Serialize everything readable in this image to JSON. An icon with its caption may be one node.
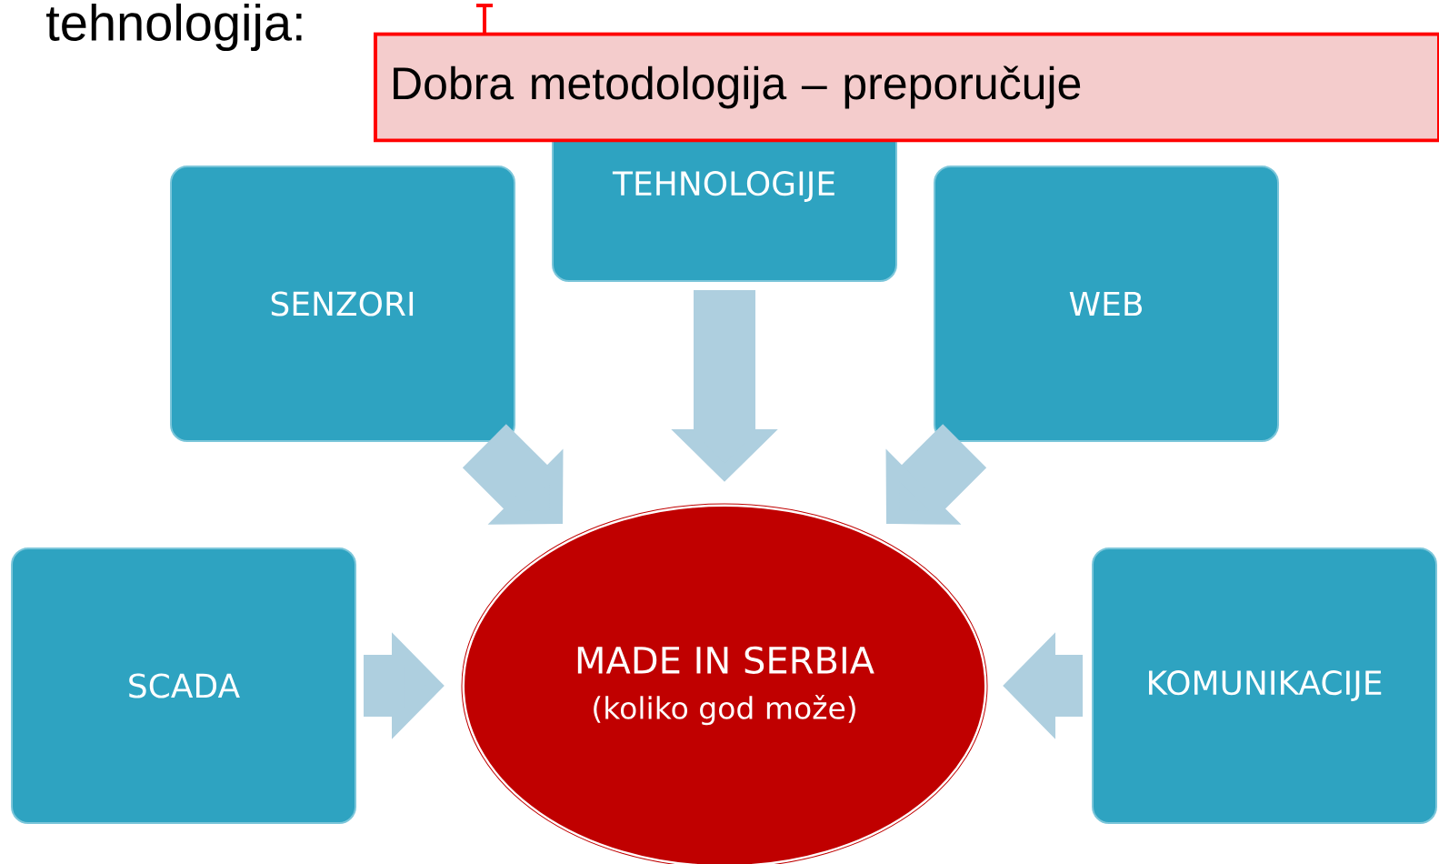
{
  "diagram": {
    "nodes": [
      {
        "text": [
          "Dobra metodologija – preporučuje"
        ]
      },
      {
        "text": [
          "TEHNOLOGIJE"
        ]
      },
      {
        "text": [
          "SENZORI"
        ]
      },
      {
        "text": [
          "WEB"
        ]
      },
      {
        "text": [
          "SCADA"
        ]
      },
      {
        "text": [
          "MADE IN SERBIA",
          "(koliko god može)"
        ]
      },
      {
        "text": [
          "KOMUNIKACIJE"
        ]
      }
    ],
    "edges": [
      {
        "from": 1,
        "to": 5,
        "arrow": "to"
      },
      {
        "from": 2,
        "to": 5,
        "arrow": "to"
      },
      {
        "from": 3,
        "to": 5,
        "arrow": "to"
      },
      {
        "from": 4,
        "to": 5,
        "arrow": "to"
      },
      {
        "from": 6,
        "to": 5,
        "arrow": "to"
      }
    ],
    "labels": [
      "tehnologija:"
    ]
  }
}
